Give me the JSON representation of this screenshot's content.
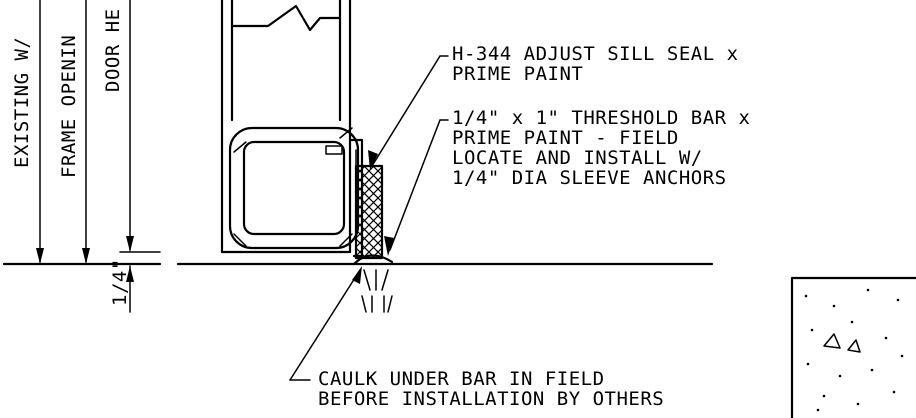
{
  "dimension_labels": {
    "existing_wall": "EXISTING W/",
    "frame_opening": "FRAME OPENIN",
    "door_height": "DOOR HE",
    "gap": "1/4\""
  },
  "notes": {
    "sill_seal": [
      "H-344 ADJUST SILL SEAL x",
      "PRIME PAINT"
    ],
    "threshold_bar": [
      "1/4\" x 1\" THRESHOLD BAR x",
      "PRIME PAINT - FIELD",
      "LOCATE AND INSTALL W/",
      "1/4\" DIA SLEEVE ANCHORS"
    ],
    "caulk": [
      "CAULK UNDER BAR IN FIELD",
      "BEFORE INSTALLATION BY OTHERS"
    ]
  }
}
